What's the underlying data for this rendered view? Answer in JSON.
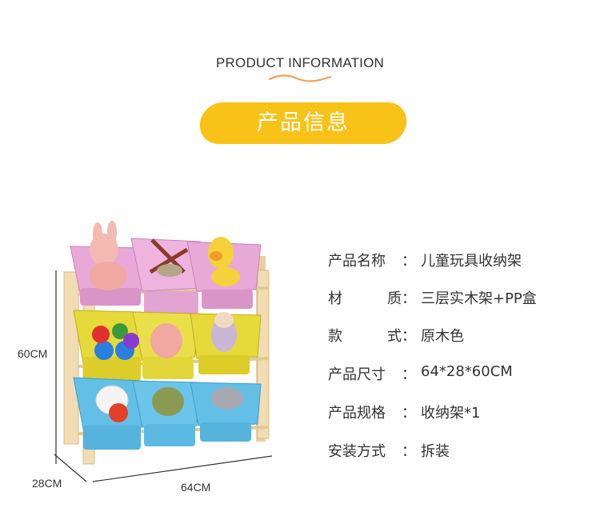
{
  "header": {
    "title_en": "PRODUCT INFORMATION",
    "title_cn": "产品信息"
  },
  "dimensions": {
    "height": "60CM",
    "depth": "28CM",
    "width": "64CM"
  },
  "specs": [
    {
      "label": "产品名称",
      "value": "儿童玩具收纳架"
    },
    {
      "label_chars": [
        "材",
        "质"
      ],
      "value": "三层实木架+PP盒"
    },
    {
      "label_chars": [
        "款",
        "式"
      ],
      "value": "原木色"
    },
    {
      "label": "产品尺寸",
      "value": "64*28*60CM"
    },
    {
      "label": "产品规格",
      "value": "收纳架*1"
    },
    {
      "label": "安装方式",
      "value": "拆装"
    }
  ],
  "colors": {
    "accent": "#f8c218",
    "bin_pink": "#e9a9d8",
    "bin_yellow": "#e6d93a",
    "bin_blue": "#63bfe6",
    "wood": "#f1dcb4"
  },
  "icons": [
    "squiggle-divider",
    "toy-storage-rack-illustration"
  ]
}
